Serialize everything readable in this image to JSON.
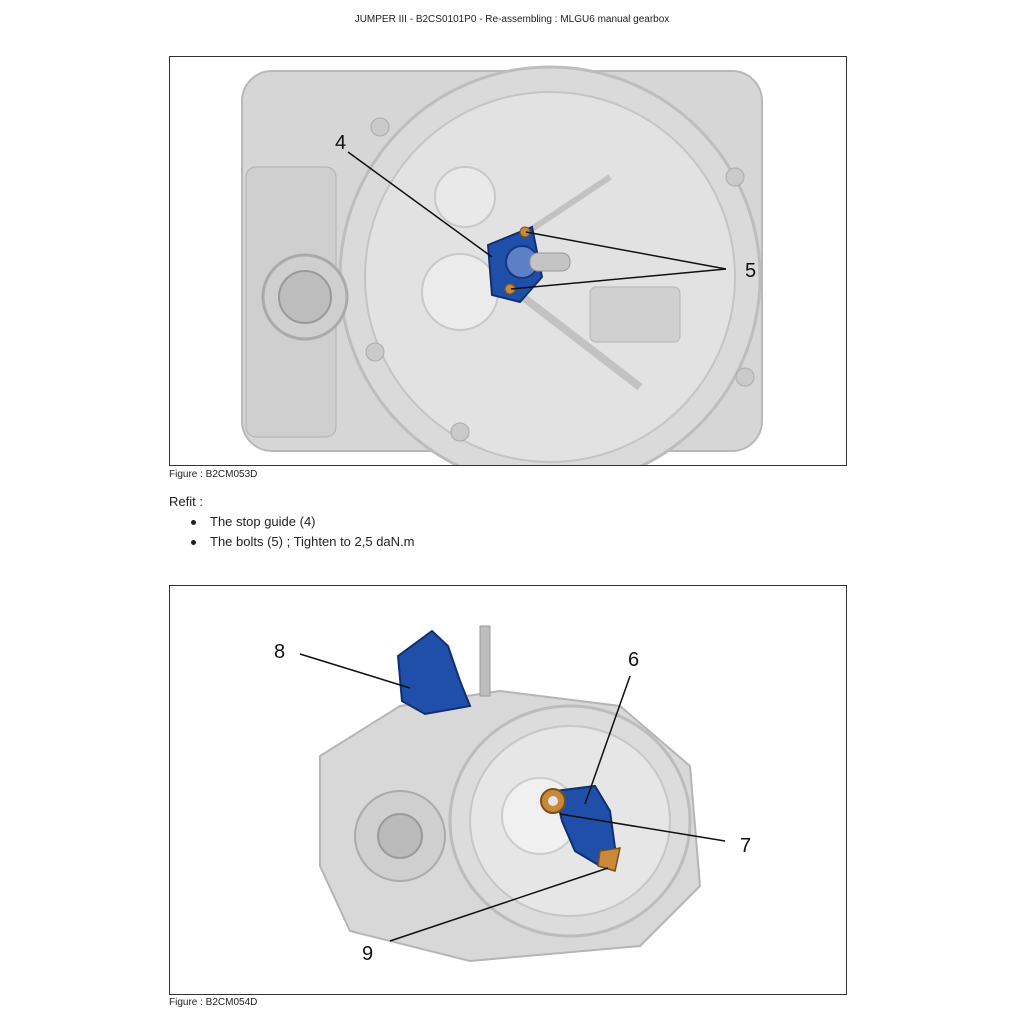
{
  "header": {
    "title": "JUMPER III - B2CS0101P0 - Re-assembling : MLGU6 manual gearbox"
  },
  "figures": [
    {
      "caption": "Figure : B2CM053D",
      "callouts": [
        "4",
        "5"
      ]
    },
    {
      "caption": "Figure : B2CM054D",
      "callouts": [
        "8",
        "6",
        "7",
        "9"
      ]
    }
  ],
  "instructions": {
    "intro": "Refit :",
    "steps": [
      "The stop guide (4)",
      "The bolts (5) ; Tighten to 2,5 daN.m"
    ]
  },
  "colors": {
    "housing": "#d9d9d9",
    "part_highlight": "#1f4fa8",
    "bolt_highlight": "#c88a3a"
  }
}
